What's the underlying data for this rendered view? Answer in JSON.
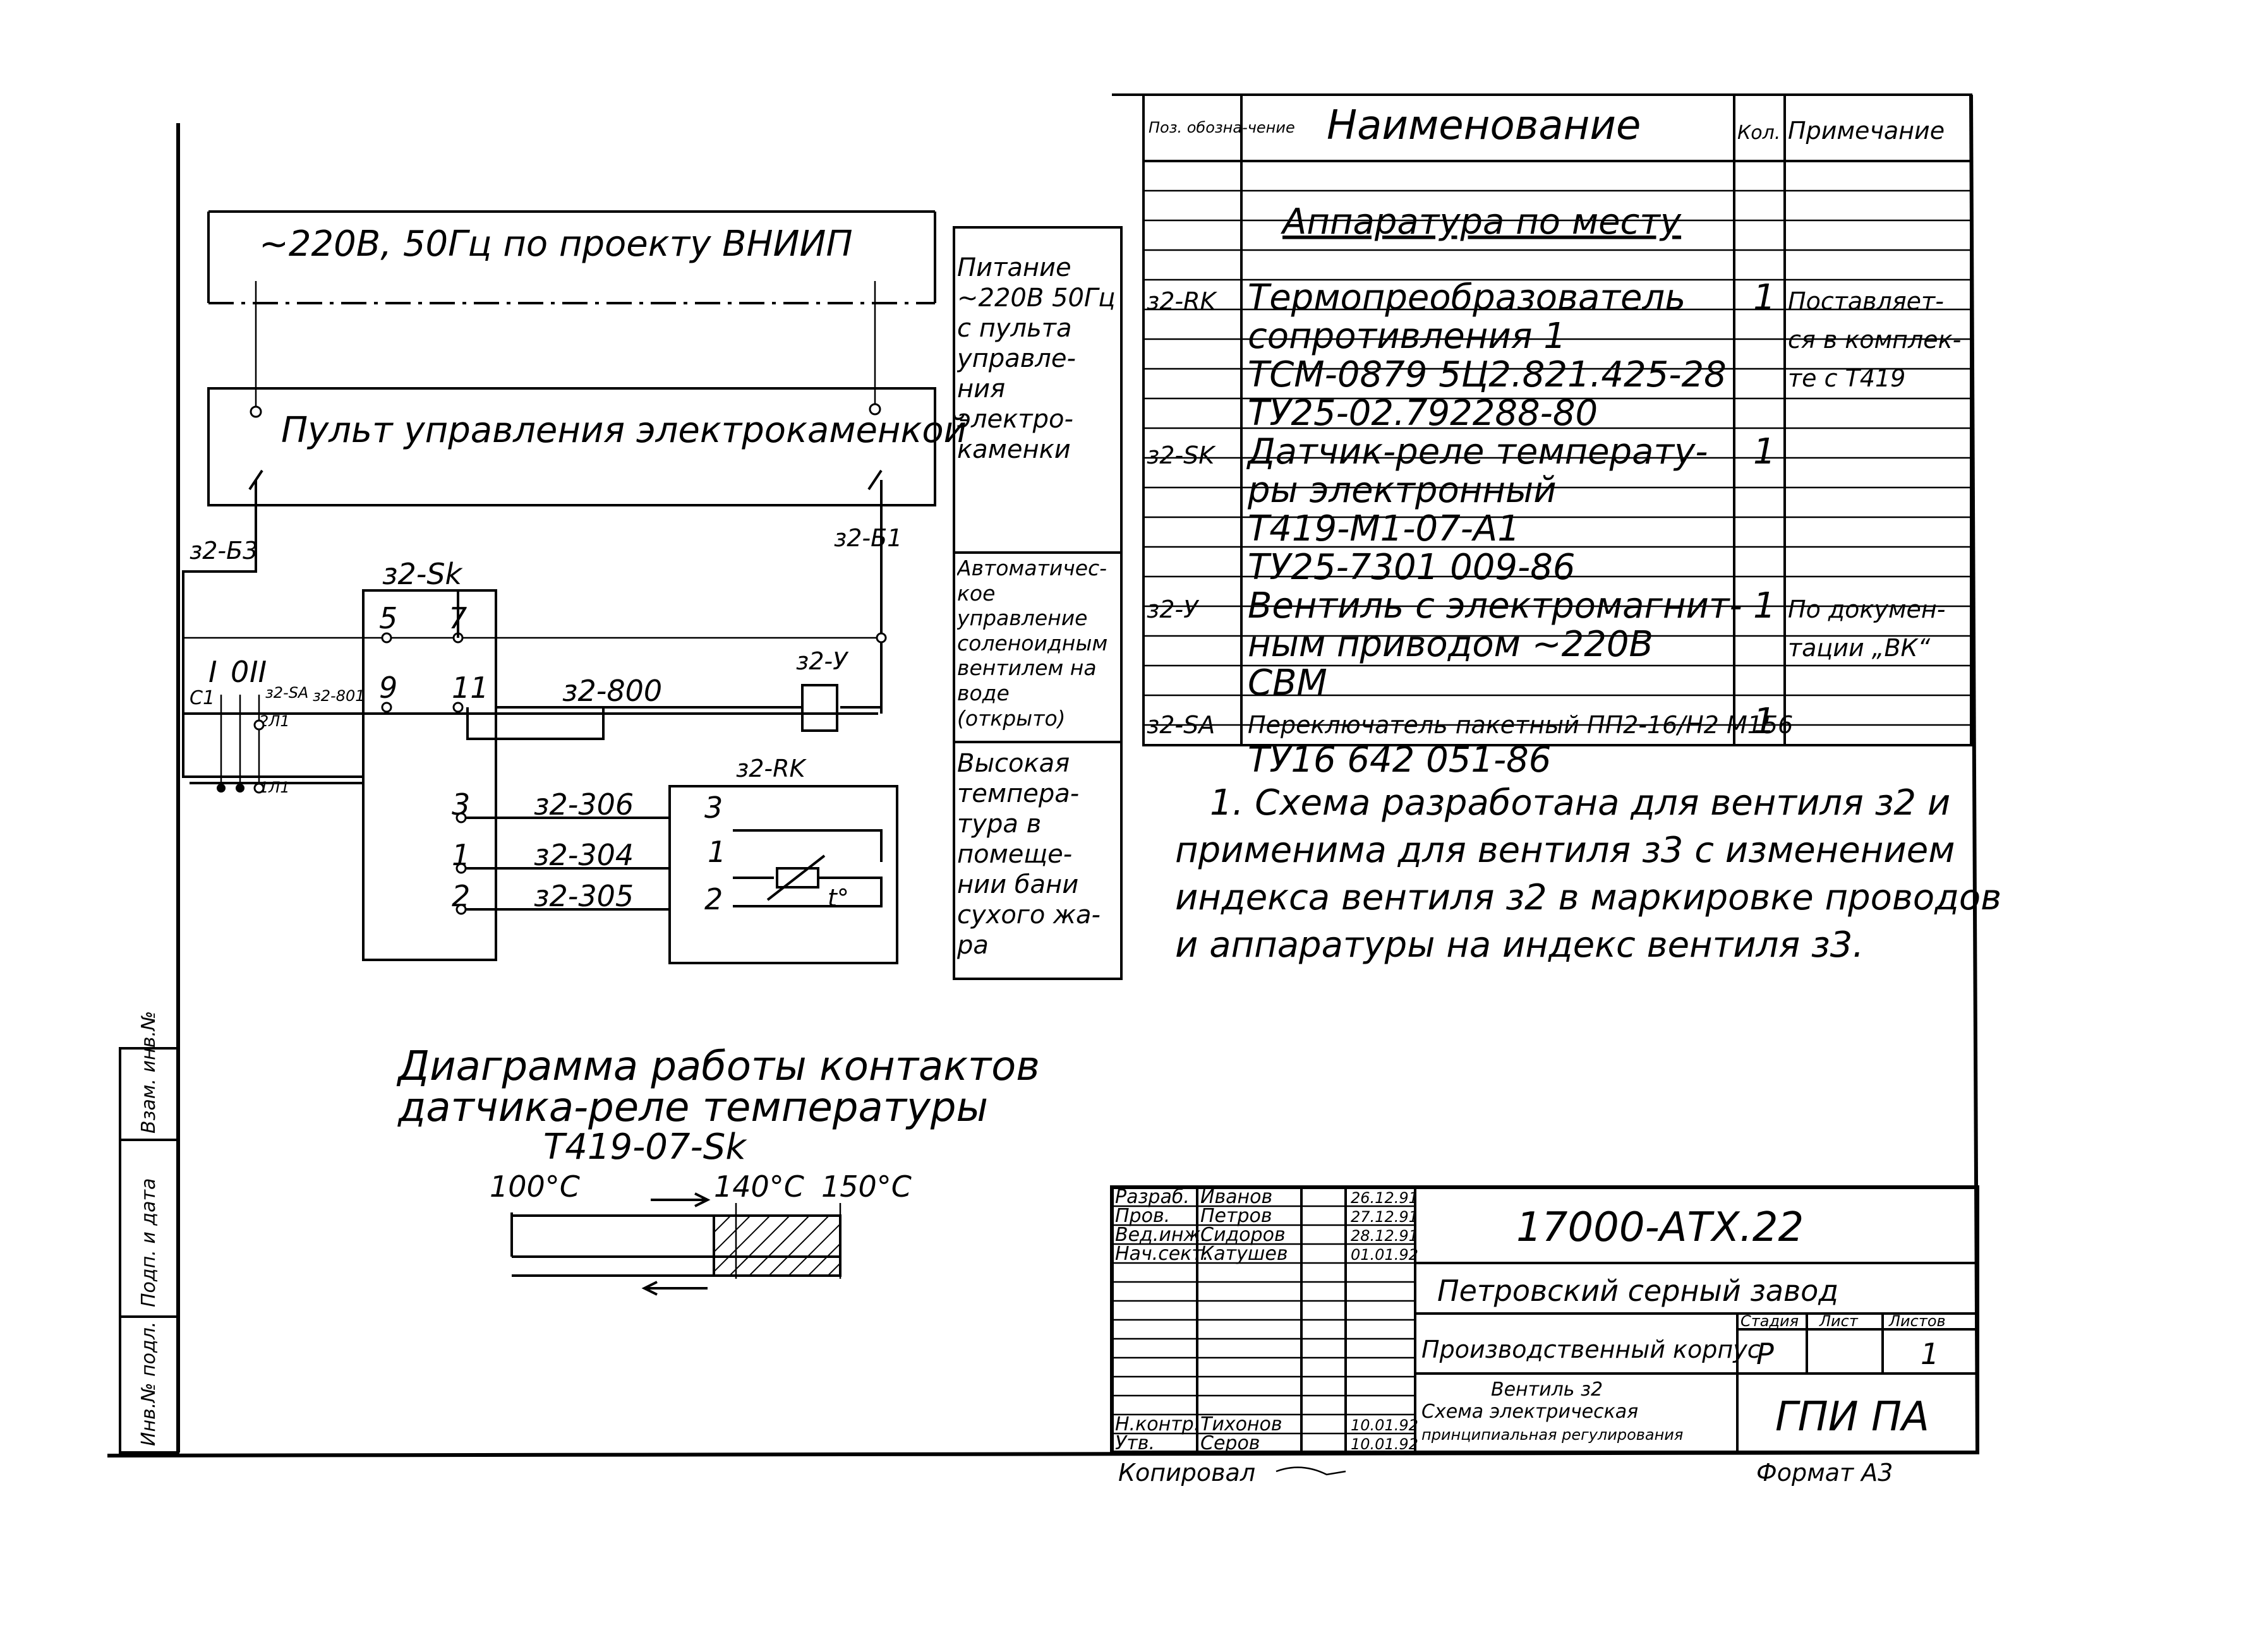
{
  "power_supply": {
    "label": "~220В, 50Гц по проекту ВНИИП"
  },
  "control_panel": {
    "label": "Пульт управления электрокаменкой"
  },
  "wire_labels": {
    "b3": "з2-Б3",
    "b1": "з2-Б1",
    "w800": "з2-800",
    "w801": "з2-801",
    "w306": "з2-306",
    "w304": "з2-304",
    "w305": "з2-305"
  },
  "devices": {
    "sk": "з2-Sk",
    "y": "з2-У",
    "rk": "з2-RK",
    "sa": "з2-SA",
    "sa_positions": [
      "I",
      "0",
      "II"
    ],
    "sa_contacts": [
      "C1",
      "2Л1",
      "1Л1"
    ],
    "rk_symbol": "t°"
  },
  "terminals": {
    "sk_top": [
      "5",
      "7"
    ],
    "sk_mid": [
      "9",
      "11"
    ],
    "sk_bottom": [
      "3",
      "1",
      "2"
    ],
    "rk": [
      "3",
      "1",
      "2"
    ]
  },
  "purpose_column": [
    "Питание ~220В 50Гц с пульта управле-ния электро-каменки",
    "Автоматичес-кое управление соленоидным вентилем на воде (открыто)",
    "Высокая темпера-тура в помеще-нии бани сухого жа-ра"
  ],
  "diagram": {
    "title_lines": [
      "Диаграмма работы контактов",
      "датчика-реле температуры",
      "Т419-07-Sk"
    ],
    "ticks": [
      "100°С",
      "140°С",
      "150°С"
    ]
  },
  "spec_table": {
    "headers": [
      "Поз. обозна-чение",
      "Наименование",
      "Кол.",
      "Примечание"
    ],
    "section": "Аппаратура по месту",
    "rows": [
      {
        "pos": "з2-RK",
        "name": "Термопреобразователь",
        "qty": "1",
        "note": "Поставляет-"
      },
      {
        "pos": "",
        "name": "сопротивления 1",
        "qty": "",
        "note": "ся в комплек-"
      },
      {
        "pos": "",
        "name": "ТСМ-0879 5Ц2.821.425-28",
        "qty": "",
        "note": "те с Т419"
      },
      {
        "pos": "",
        "name": "ТУ25-02.792288-80",
        "qty": "",
        "note": ""
      },
      {
        "pos": "з2-SK",
        "name": "Датчик-реле температу-",
        "qty": "1",
        "note": ""
      },
      {
        "pos": "",
        "name": "ры электронный",
        "qty": "",
        "note": ""
      },
      {
        "pos": "",
        "name": "Т419-М1-07-А1",
        "qty": "",
        "note": ""
      },
      {
        "pos": "",
        "name": "ТУ25-7301 009-86",
        "qty": "",
        "note": ""
      },
      {
        "pos": "з2-У",
        "name": "Вентиль с электромагнит-",
        "qty": "1",
        "note": "По докумен-"
      },
      {
        "pos": "",
        "name": "ным приводом ~220В",
        "qty": "",
        "note": "тации „ВК“"
      },
      {
        "pos": "",
        "name": "СВМ",
        "qty": "",
        "note": ""
      },
      {
        "pos": "з2-SA",
        "name": "Переключатель пакетный ПП2-16/Н2 М156",
        "qty": "1",
        "note": ""
      },
      {
        "pos": "",
        "name": "ТУ16 642 051-86",
        "qty": "",
        "note": ""
      }
    ]
  },
  "notes": [
    "1. Схема разработана для вентиля з2 и",
    "применима для вентиля з3 с изменением",
    "индекса вентиля з2 в маркировке проводов",
    "и аппаратуры на индекс вентиля з3."
  ],
  "side_stamp": [
    "Инв.№ подл.",
    "Подп. и дата",
    "Взам. инв.№"
  ],
  "title_block": {
    "code": "17000-АТХ.22",
    "org": "Петровский серный завод",
    "object": "Производственный корпус",
    "stage_label": "Стадия",
    "sheet_label": "Лист",
    "sheets_label": "Листов",
    "stage": "Р",
    "sheets": "1",
    "title_lines": [
      "Вентиль з2",
      "Схема электрическая",
      "принципиальная регулирования"
    ],
    "company": "ГПИ ПА",
    "roles": [
      {
        "role": "Разраб.",
        "name": "Иванов",
        "date": "26.12.91"
      },
      {
        "role": "Пров.",
        "name": "Петров",
        "date": "27.12.91"
      },
      {
        "role": "Вед.инж.",
        "name": "Сидоров",
        "date": "28.12.91"
      },
      {
        "role": "Нач.сект.",
        "name": "Катушев",
        "date": "01.01.92"
      },
      {
        "role": "Н.контр.",
        "name": "Тихонов",
        "date": "10.01.92"
      },
      {
        "role": "Утв.",
        "name": "Серов",
        "date": "10.01.92"
      }
    ],
    "copied_label": "Копировал",
    "format_label": "Формат А3"
  }
}
